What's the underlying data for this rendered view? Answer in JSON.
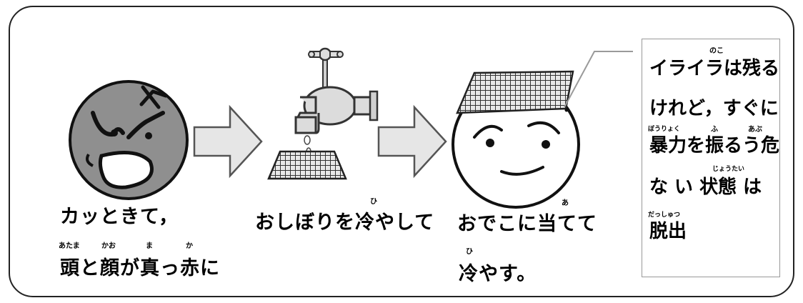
{
  "step1": {
    "line1": "カッときて，",
    "ruby_atama": "あたま",
    "ruby_kao": "かお",
    "ruby_ma": "ま",
    "ruby_ka": "か",
    "line2": "頭と顔が真っ赤に"
  },
  "step2": {
    "ruby_hi": "ひ",
    "text": "おしぼりを冷やして"
  },
  "step3": {
    "ruby_a": "あ",
    "line1": "おでこに当てて",
    "ruby_hi": "ひ",
    "line2": "冷やす。"
  },
  "callout": {
    "ruby_noko": "のこ",
    "line1": "イライラは残る",
    "line2": "けれど，すぐに",
    "ruby_bouryoku": "ぼうりょく",
    "ruby_fu": "ふ",
    "ruby_abu": "あぶ",
    "line3": "暴力を振るう危",
    "ruby_joutai": "じょうたい",
    "line4": "な い 状態 は",
    "ruby_dasshutsu": "だっしゅつ",
    "line5": "脱出"
  },
  "icons": [
    "angry-face-icon",
    "arrow-right-icon",
    "faucet-icon",
    "wet-towel-icon",
    "arrow-right-icon",
    "calm-face-icon",
    "towel-on-forehead-icon"
  ]
}
